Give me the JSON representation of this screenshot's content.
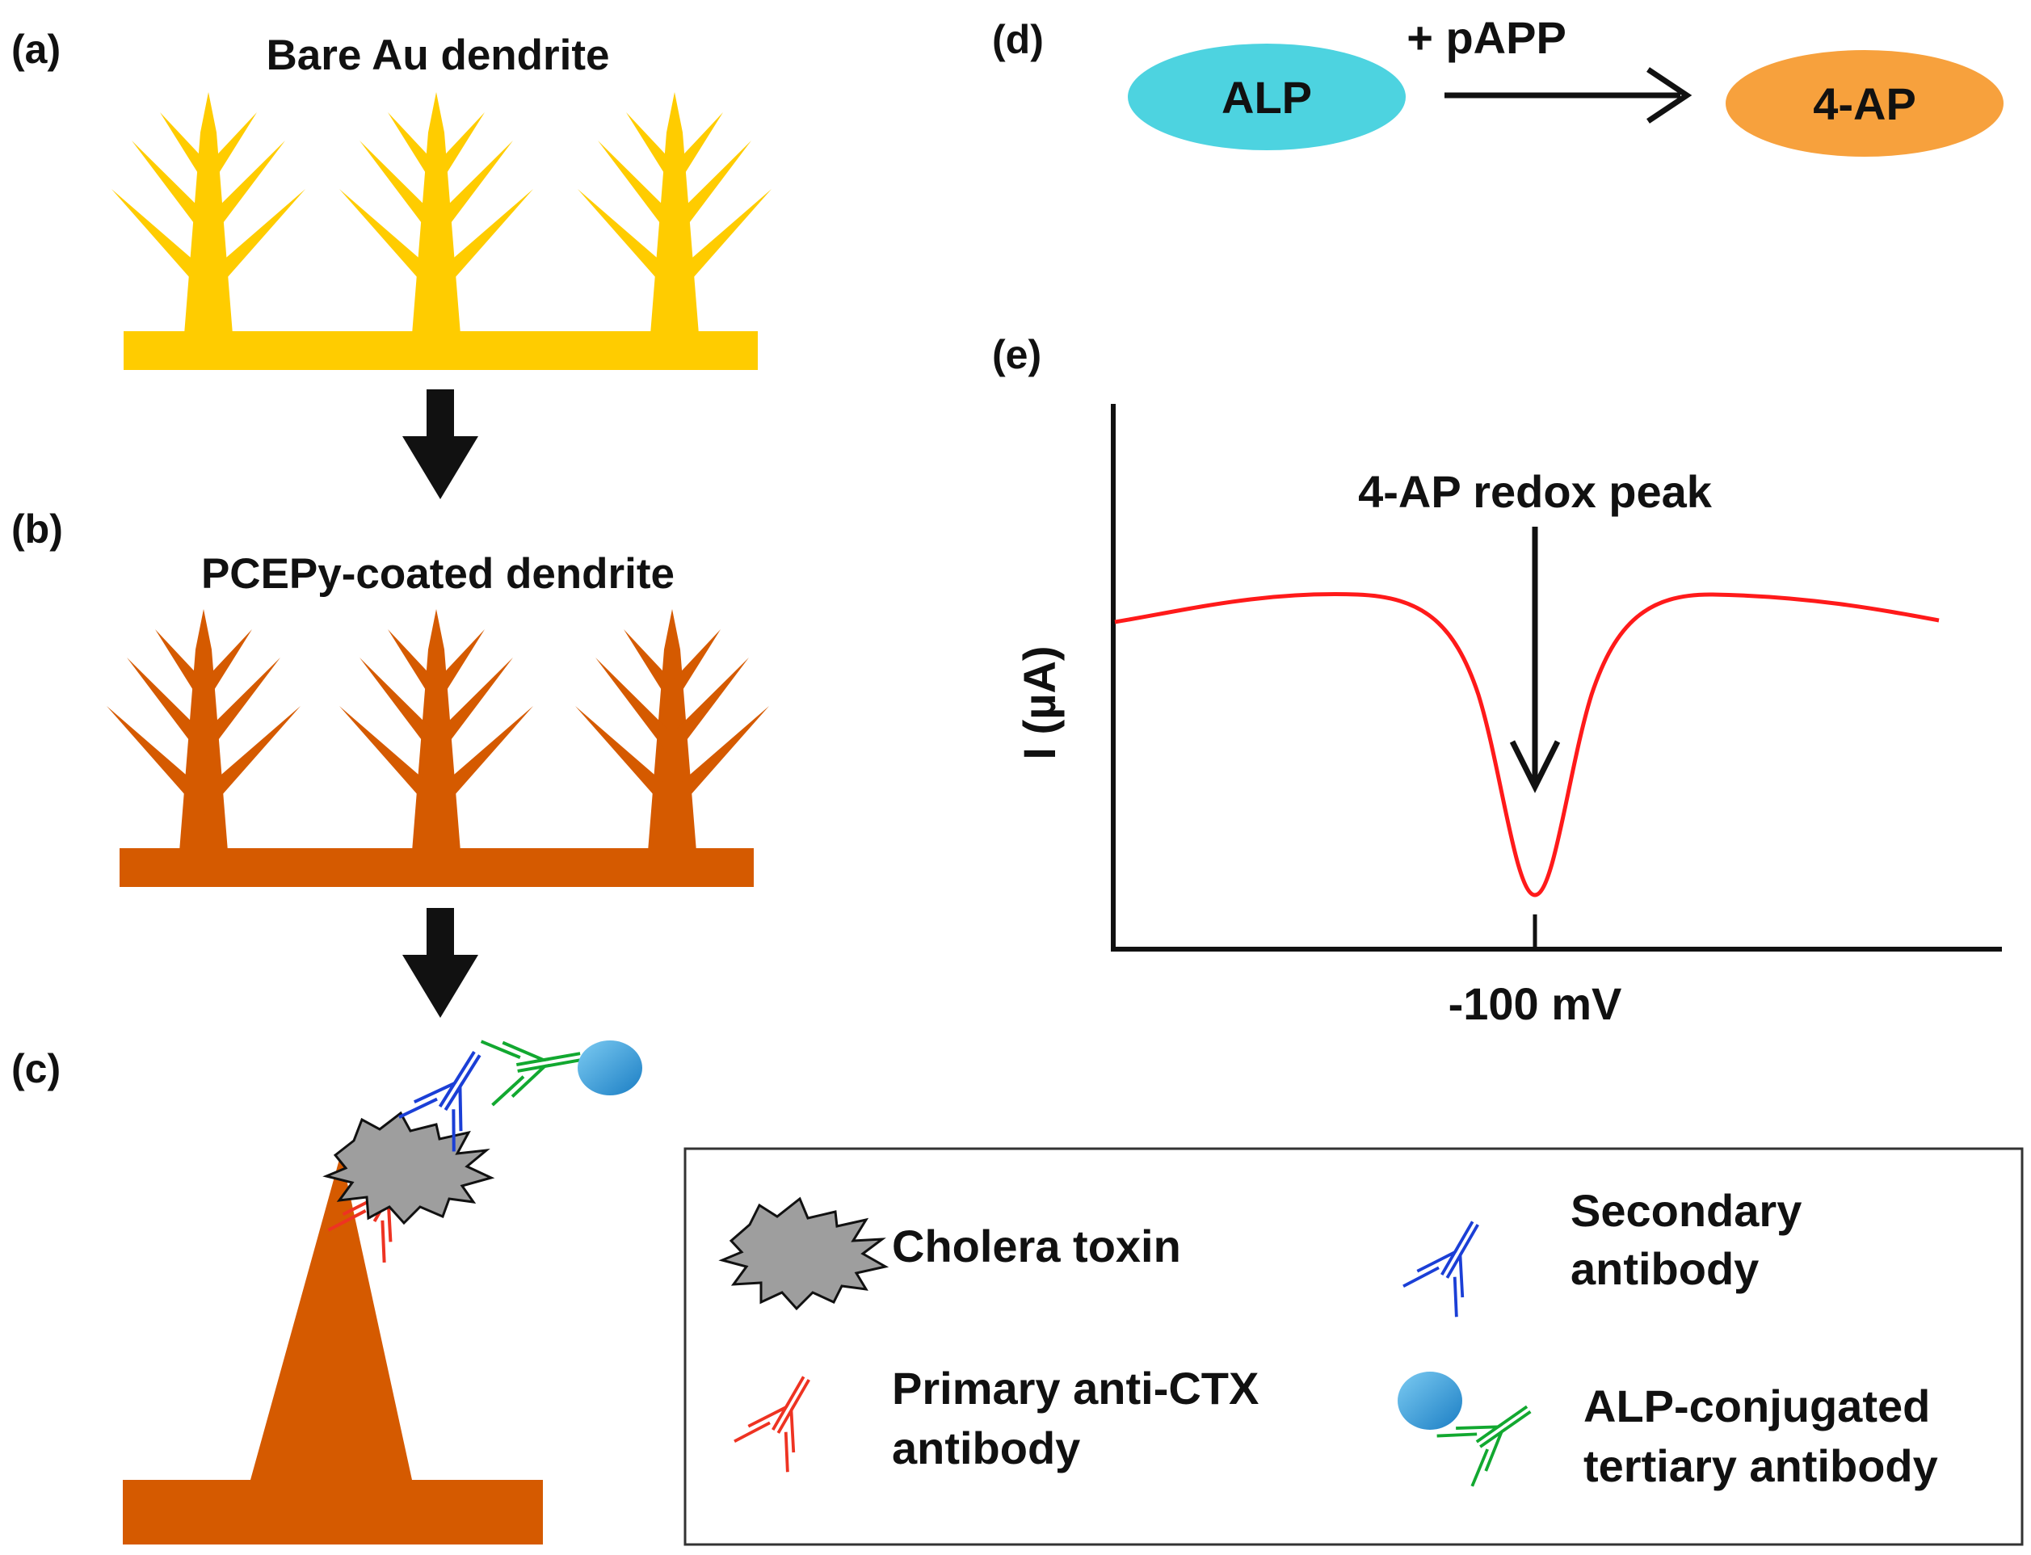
{
  "panels": {
    "a": {
      "label": "(a)",
      "title": "Bare Au dendrite"
    },
    "b": {
      "label": "(b)",
      "title": "PCEPy-coated dendrite"
    },
    "c": {
      "label": "(c)"
    },
    "d": {
      "label": "(d)",
      "enzyme": "ALP",
      "reagent": "+ pAPP",
      "product": "4-AP"
    },
    "e": {
      "label": "(e)",
      "ylabel": "I (µA)",
      "peak_label": "4-AP redox peak",
      "tick_label": "-100 mV"
    }
  },
  "legend": {
    "cholera_toxin": "Cholera toxin",
    "primary_line1": "Primary anti-CTX",
    "primary_line2": "antibody",
    "secondary_line1": "Secondary",
    "secondary_line2": "antibody",
    "alp_line1": "ALP-conjugated",
    "alp_line2": "tertiary antibody"
  },
  "colors": {
    "gold": "#FFCC00",
    "pcepy": "#D55A00",
    "alp_enzyme": "#4DD3E0",
    "product": "#F7A13D",
    "toxin": "#9E9E9E",
    "primary_antibody": "#EE3322",
    "secondary_antibody": "#1B3FD6",
    "tertiary_antibody": "#12A830",
    "alp_bead": "#2E9BDD",
    "curve": "#FF1A1A"
  },
  "icons": [
    "arrow-down-icon",
    "arrow-right-icon",
    "toxin-icon",
    "antibody-icon",
    "bead-icon"
  ]
}
